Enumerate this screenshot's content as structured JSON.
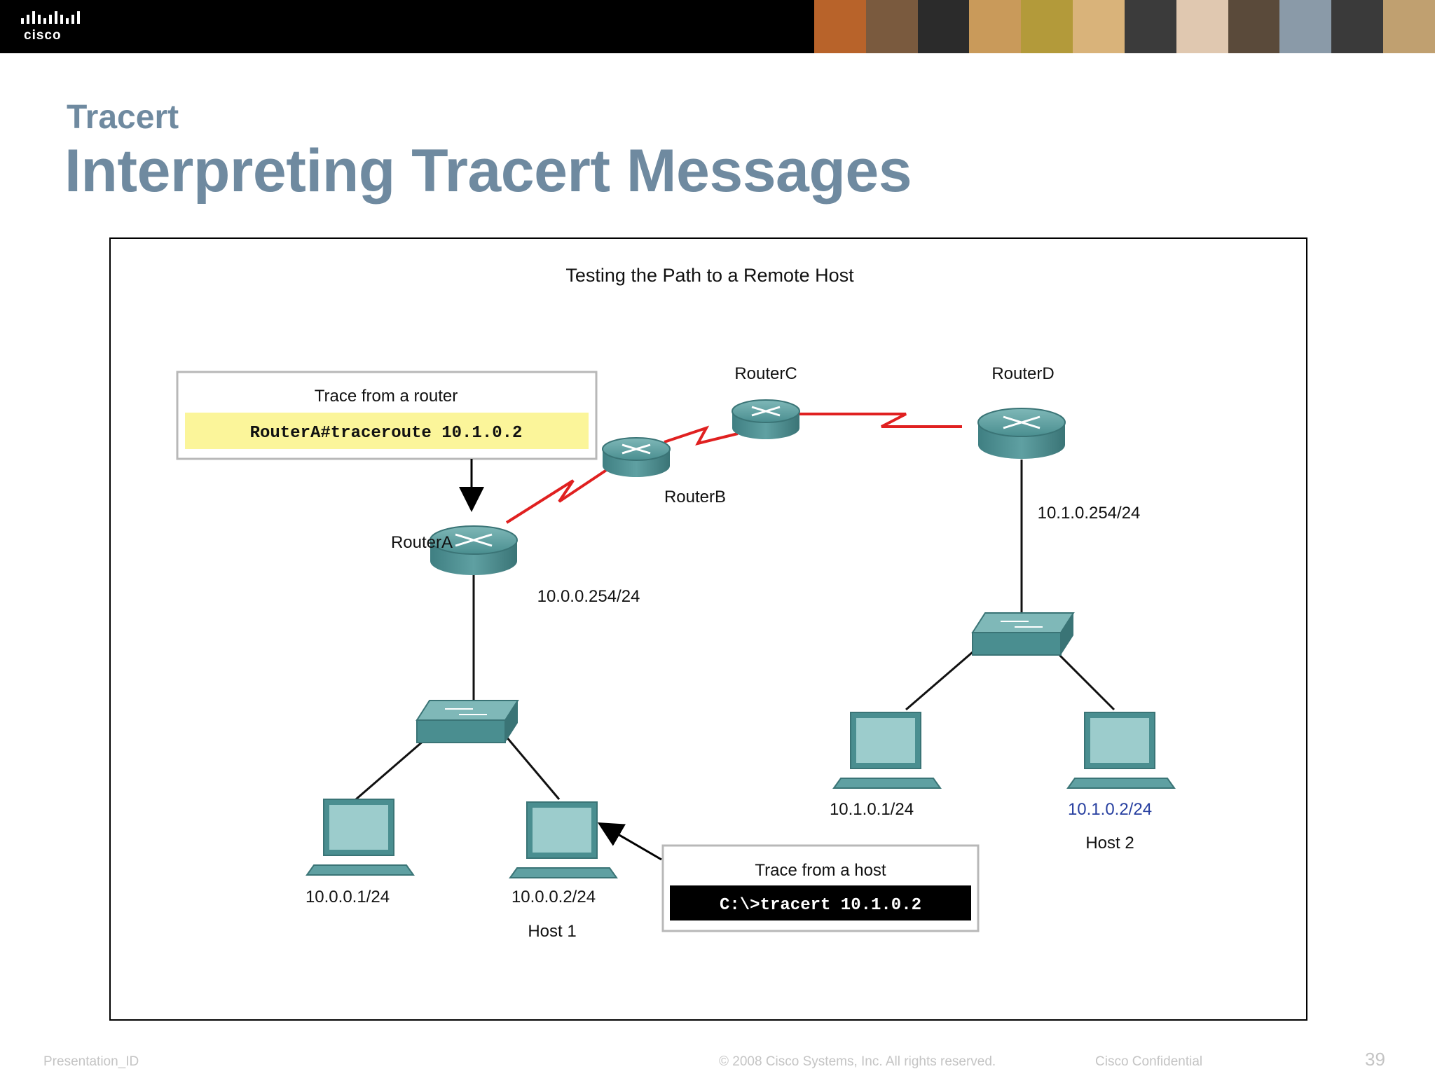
{
  "header": {
    "logo_text": "cisco",
    "logo_icon": "cisco-bridge-icon",
    "photo_strip": [
      "#b8632a",
      "#7a5a3e",
      "#2b2b2b",
      "#c99a5a",
      "#b39a3a",
      "#d9b37a",
      "#3b3b3b",
      "#e0c8b0",
      "#5a4a3a",
      "#8a9aa8",
      "#3a3a3a",
      "#c0a070"
    ]
  },
  "slide": {
    "subtitle": "Tracert",
    "title": "Interpreting Tracert Messages",
    "accent_color": "#6f8aa0"
  },
  "diagram": {
    "title": "Testing the Path to a Remote Host",
    "routers": {
      "a": "RouterA",
      "b": "RouterB",
      "c": "RouterC",
      "d": "RouterD"
    },
    "interfaces": {
      "router_a": "10.0.0.254/24",
      "router_d": "10.1.0.254/24"
    },
    "hosts": {
      "left_pc1": "10.0.0.1/24",
      "host1_ip": "10.0.0.2/24",
      "host1_name": "Host 1",
      "right_pc1": "10.1.0.1/24",
      "host2_ip": "10.1.0.2/24",
      "host2_name": "Host 2"
    },
    "router_callout": {
      "heading": "Trace from a router",
      "command": "RouterA#traceroute 10.1.0.2"
    },
    "host_callout": {
      "heading": "Trace from a host",
      "command": "C:\\>tracert 10.1.0.2"
    },
    "colors": {
      "device": "#4a8e90",
      "serial_link": "#e02020",
      "router_command_bg": "#fbf59a",
      "host_command_bg": "#000000",
      "host2_ip_text": "#2840a0"
    }
  },
  "footer": {
    "presentation_id": "Presentation_ID",
    "copyright": "© 2008 Cisco Systems, Inc. All rights reserved.",
    "confidential": "Cisco Confidential",
    "page_number": "39"
  }
}
